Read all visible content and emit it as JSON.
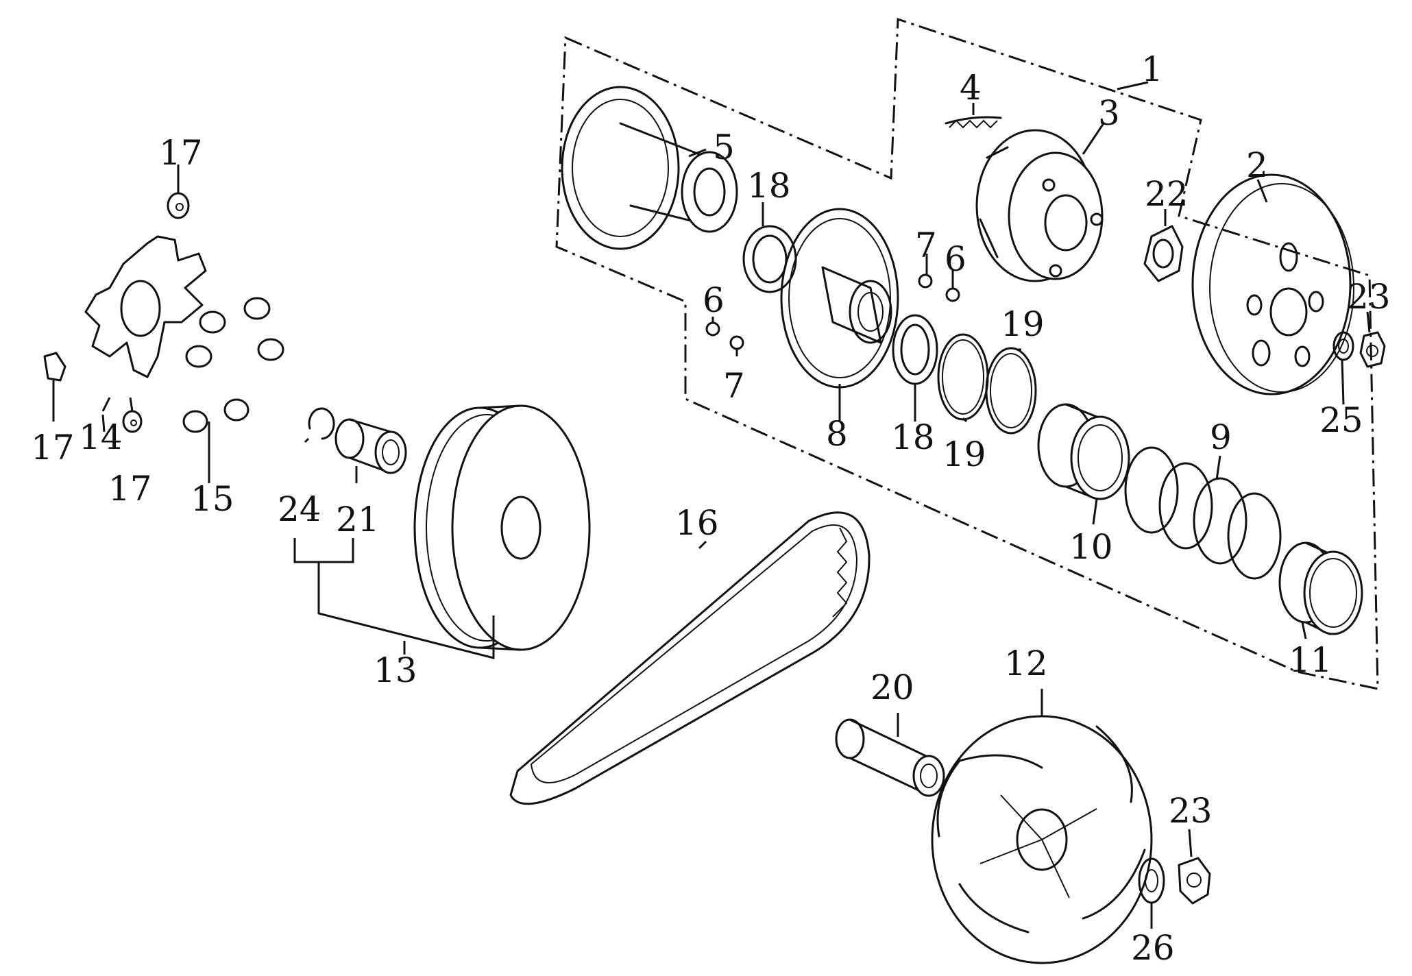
{
  "diagram": {
    "labels": {
      "p1": "1",
      "p2": "2",
      "p3": "3",
      "p4": "4",
      "p5": "5",
      "p6a": "6",
      "p6b": "6",
      "p7a": "7",
      "p7b": "7",
      "p8": "8",
      "p9": "9",
      "p10": "10",
      "p11": "11",
      "p12": "12",
      "p13": "13",
      "p14": "14",
      "p15": "15",
      "p16": "16",
      "p17a": "17",
      "p17b": "17",
      "p17c": "17",
      "p18a": "18",
      "p18b": "18",
      "p19a": "19",
      "p19b": "19",
      "p20": "20",
      "p21": "21",
      "p22": "22",
      "p23a": "23",
      "p23b": "23",
      "p24": "24",
      "p25": "25",
      "p26": "26"
    }
  }
}
